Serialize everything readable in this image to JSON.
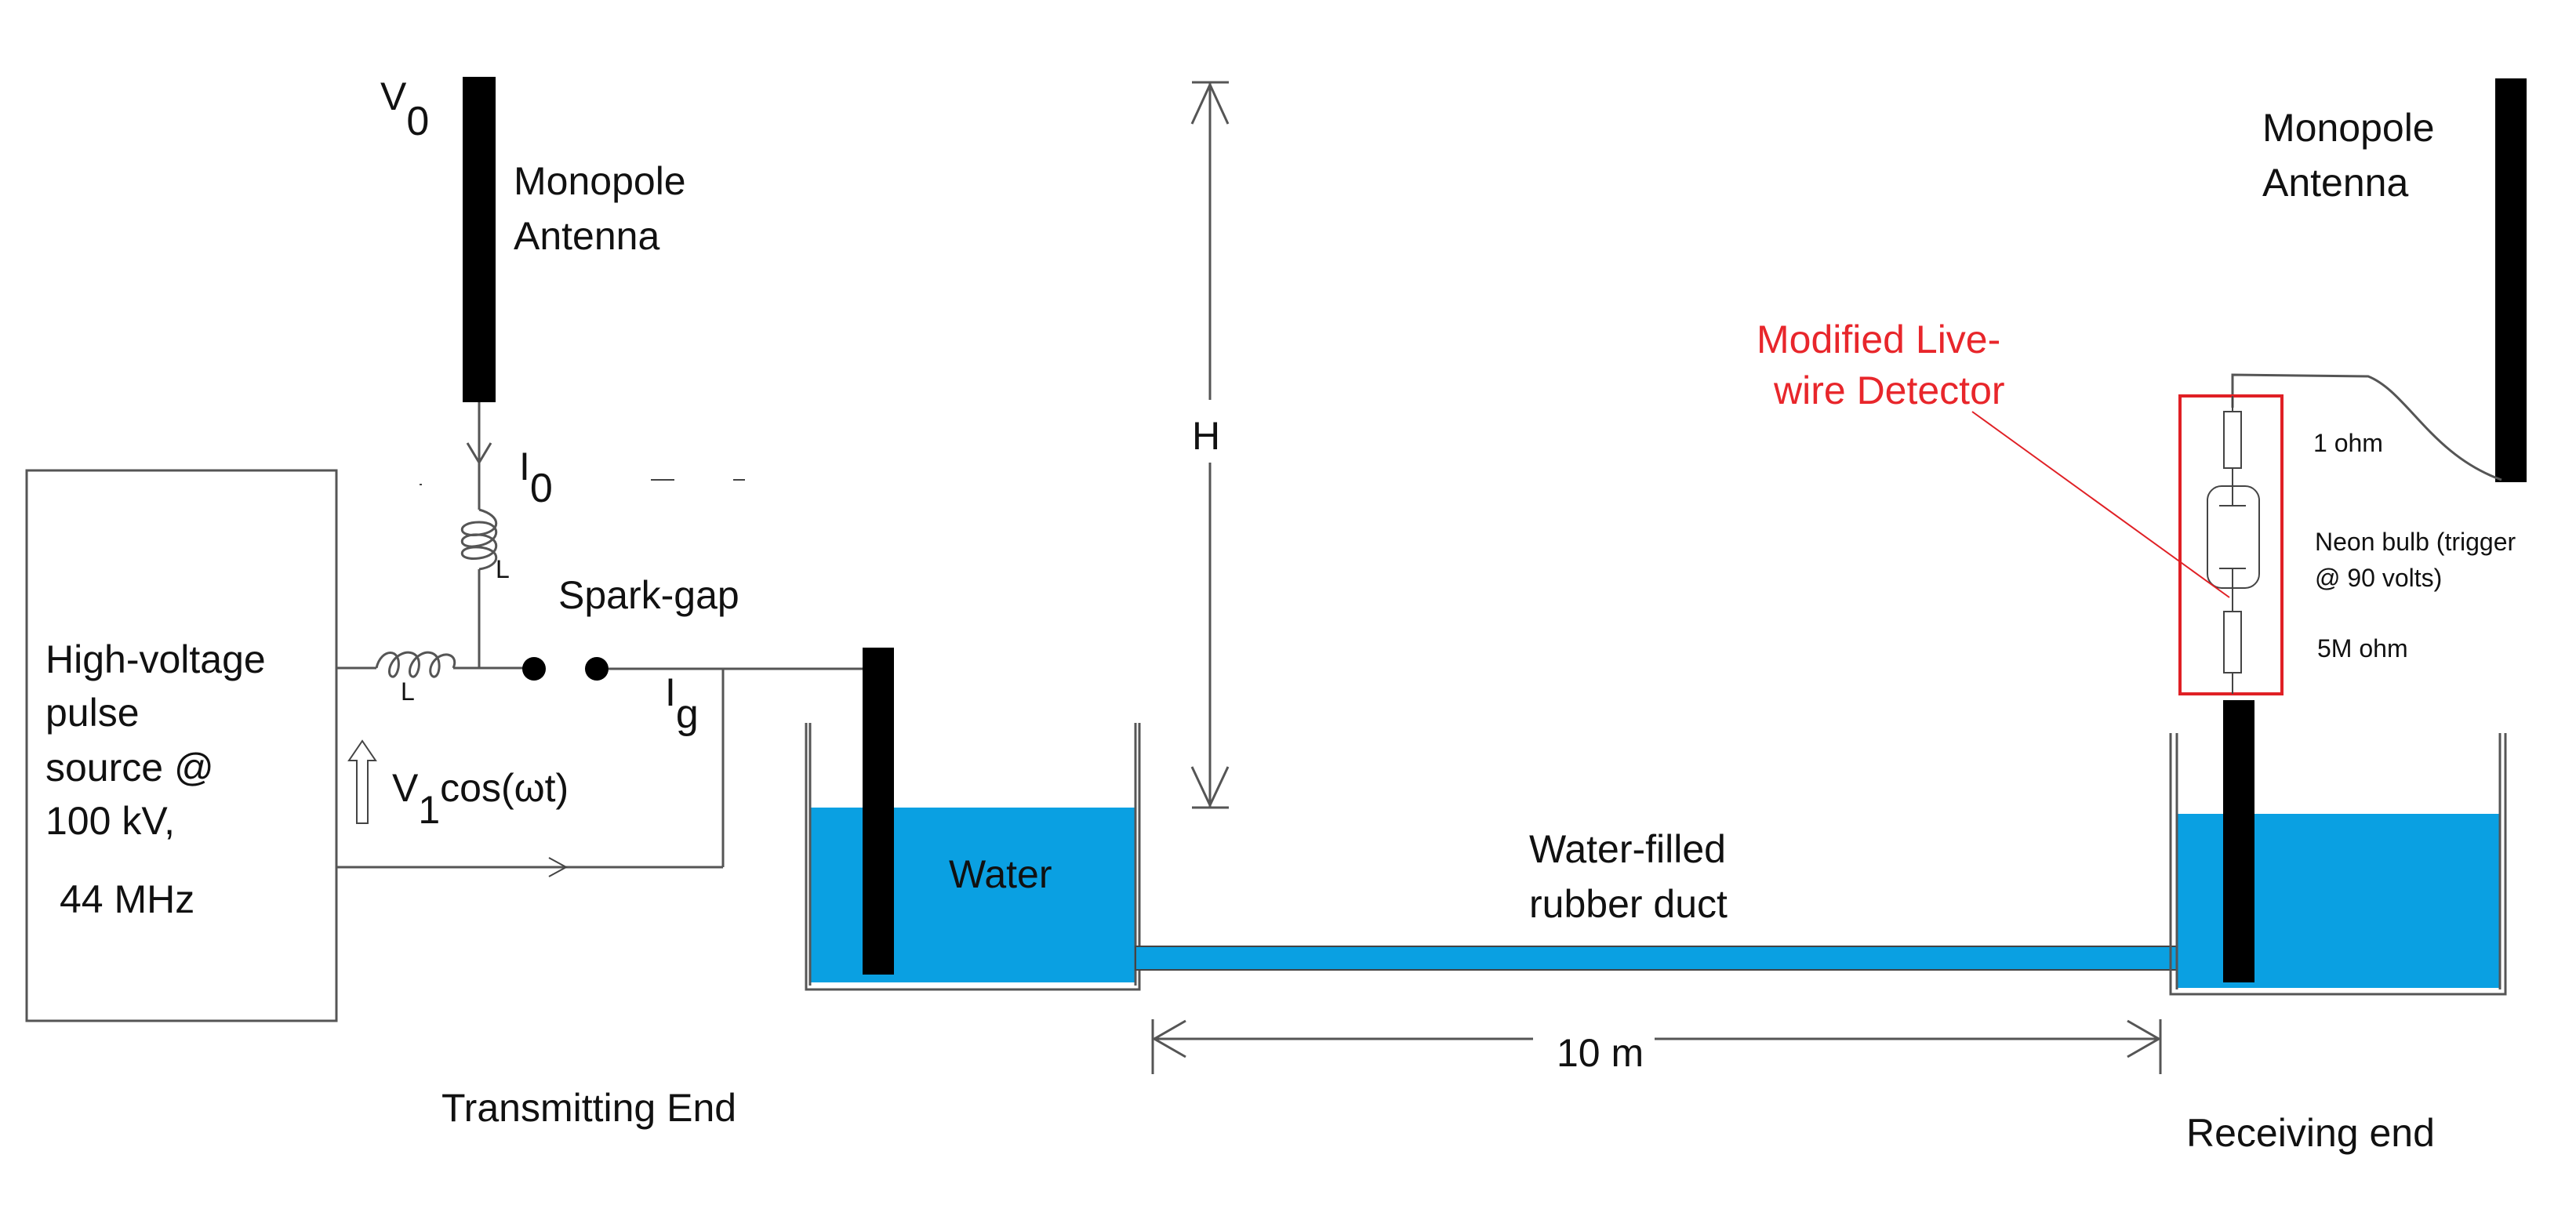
{
  "transmit": {
    "v0": "V",
    "v0_sub": "0",
    "antenna_label_1": "Monopole",
    "antenna_label_2": "Antenna",
    "i0": "I",
    "i0_sub": "0",
    "inductor_label": "L",
    "spark_gap": "Spark-gap",
    "ig": "I",
    "ig_sub": "g",
    "source_lines": [
      "High-voltage",
      "pulse",
      "source @",
      "100 kV,",
      "44 MHz"
    ],
    "v1": "V",
    "v1_sub": "1",
    "v1_tail": "cos(ωt)",
    "water": "Water",
    "caption": "Transmitting End"
  },
  "height_label": "H",
  "duct_label_1": "Water-filled",
  "duct_label_2": "rubber duct",
  "distance_label": "10 m",
  "receive": {
    "antenna_label_1": "Monopole",
    "antenna_label_2": "Antenna",
    "detector_label_1": "Modified Live-",
    "detector_label_2": "wire Detector",
    "resistor_top": "1 ohm",
    "neon_1": "Neon bulb (trigger",
    "neon_2": "@ 90 volts)",
    "resistor_bottom": "5M ohm",
    "caption": "Receiving end"
  },
  "colors": {
    "water": "#0aa0e2",
    "detector_box": "#e02025",
    "metal": "#000000"
  }
}
